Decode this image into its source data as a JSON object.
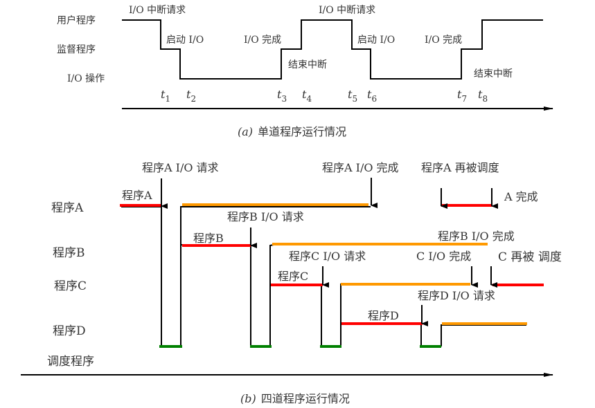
{
  "part_a": {
    "caption_prefix": "(a)",
    "caption_text": "单道程序运行情况",
    "rows": [
      "用户程序",
      "监督程序",
      "I/O  操作"
    ],
    "annotations": {
      "io_interrupt_1": "I/O  中断请求",
      "start_io_1": "启动  I/O",
      "io_done_1": "I/O  完成",
      "end_interrupt_1": "结束中断",
      "io_interrupt_2": "I/O  中断请求",
      "start_io_2": "启动  I/O",
      "io_done_2": "I/O  完成",
      "end_interrupt_2": "结束中断"
    },
    "time_marks": [
      {
        "t": "t",
        "sub": "1"
      },
      {
        "t": "t",
        "sub": "2"
      },
      {
        "t": "t",
        "sub": "3"
      },
      {
        "t": "t",
        "sub": "4"
      },
      {
        "t": "t",
        "sub": "5"
      },
      {
        "t": "t",
        "sub": "6"
      },
      {
        "t": "t",
        "sub": "7"
      },
      {
        "t": "t",
        "sub": "8"
      }
    ]
  },
  "part_b": {
    "caption_prefix": "(b)",
    "caption_text": "四道程序运行情况",
    "rows": [
      "程序A",
      "程序B",
      "程序C",
      "程序D",
      "调度程序"
    ],
    "annotations": {
      "a_run": "程序A",
      "a_io_req": "程序A I/O 请求",
      "a_io_done": "程序A I/O 完成",
      "a_resched": "程序A 再被调度",
      "a_done": "A 完成",
      "b_run": "程序B",
      "b_io_req": "程序B I/O 请求",
      "b_io_done": "程序B I/O 完成",
      "c_run": "程序C",
      "c_io_req": "程序C I/O 请求",
      "c_io_done": "C I/O 完成",
      "c_resched": "C 再被 调度",
      "d_run": "程序D",
      "d_io_req": "程序D I/O 请求"
    },
    "colors": {
      "running": "#ff0000",
      "io_wait": "#ff9900",
      "scheduler": "#008000",
      "line": "#000000"
    }
  }
}
